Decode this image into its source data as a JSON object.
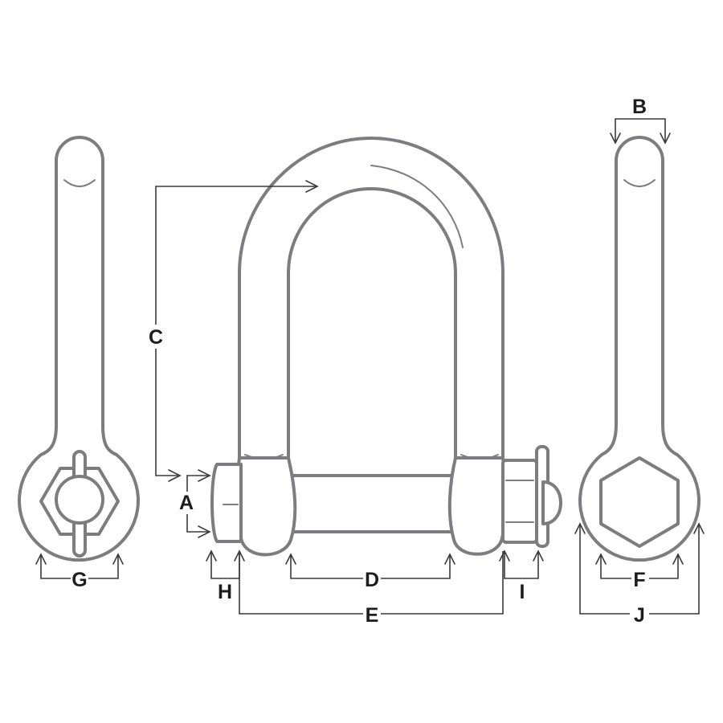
{
  "labels": {
    "a": "A",
    "b": "B",
    "c": "C",
    "d": "D",
    "e": "E",
    "f": "F",
    "g": "G",
    "h": "H",
    "i": "I",
    "j": "J"
  },
  "colors": {
    "outline": "#7d7d7f",
    "dimension_line": "#3a3a3a",
    "label_text": "#1d1d1d",
    "background": "#ffffff"
  }
}
